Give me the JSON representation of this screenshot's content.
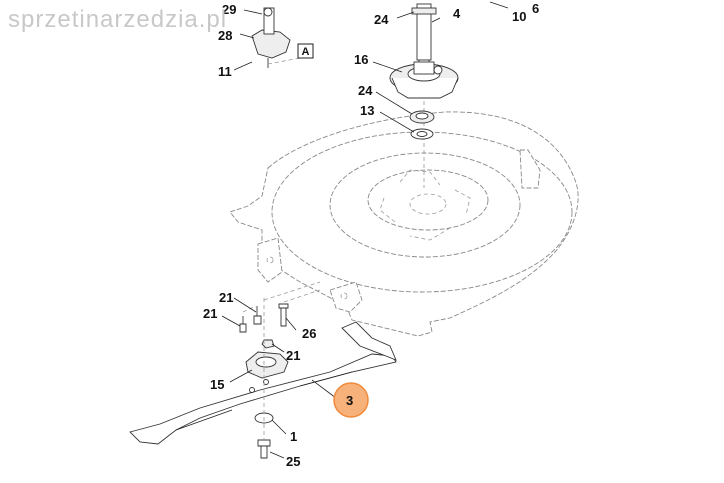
{
  "watermark": "sprzetinarzedzia.pl",
  "badge_a": "A",
  "highlight_color": "#f7a86a",
  "labels": {
    "p29": "29",
    "p28": "28",
    "p11": "11",
    "p24a": "24",
    "p4": "4",
    "p10": "10",
    "p6": "6",
    "p16": "16",
    "p24b": "24",
    "p13": "13",
    "p21a": "21",
    "p21b": "21",
    "p26": "26",
    "p21c": "21",
    "p15": "15",
    "p3": "3",
    "p1": "1",
    "p25": "25"
  }
}
